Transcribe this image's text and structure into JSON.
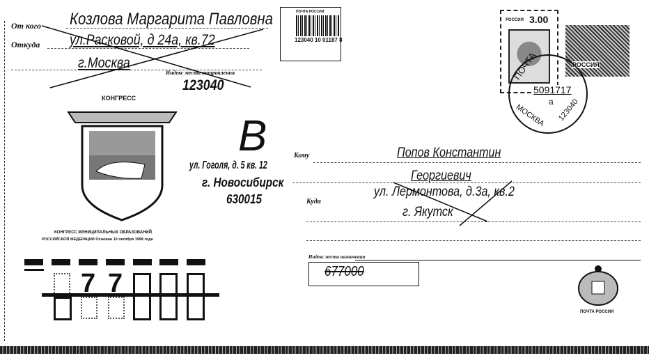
{
  "sender": {
    "from_label": "От кого",
    "from_value": "Козлова Маргарита Павловна",
    "where_label": "Откуда",
    "address_line1": "ул.Расковой, д 24а, кв.72",
    "address_line2": "г.Москва",
    "index_label": "Индекс места отправления",
    "index_value": "123040"
  },
  "barcode": {
    "header": "ПОЧТА РОССИИ",
    "number": "123040 10 01187 8"
  },
  "stamp": {
    "country": "РОССИЯ",
    "value": "3.00",
    "second_stamp_text": "РОССИЯ"
  },
  "postmark": {
    "top_text": "ПОЧТА",
    "date": "5091717",
    "letter": "а",
    "city": "МОСКВА",
    "index": "123040"
  },
  "emblem": {
    "title": "КОНГРЕСС",
    "caption_line1": "КОНГРЕСС МУНИЦИПАЛЬНЫХ ОБРАЗОВАНИЙ",
    "caption_line2": "РОССИЙСКОЙ ФЕДЕРАЦИИ Основан 10 октября 1998 года"
  },
  "redirect": {
    "letter": "В",
    "address_line1": "ул. Гоголя, д. 5 кв. 12",
    "address_line2": "г. Новосибирск",
    "index": "630015"
  },
  "recipient": {
    "to_label": "Кому",
    "name_line1": "Попов  Константин",
    "name_line2": "Георгиевич",
    "where_label": "Куда",
    "address_line1": "ул. Лермонтова, д.3а, кв.2",
    "address_line2": "г. Якутск",
    "index_label": "Индекс места назначения",
    "index_value": "677000"
  },
  "zip_grid": {
    "digits": [
      "",
      "7",
      "7",
      "",
      "",
      ""
    ]
  },
  "logo": {
    "caption": "ПОЧТА РОССИИ"
  }
}
